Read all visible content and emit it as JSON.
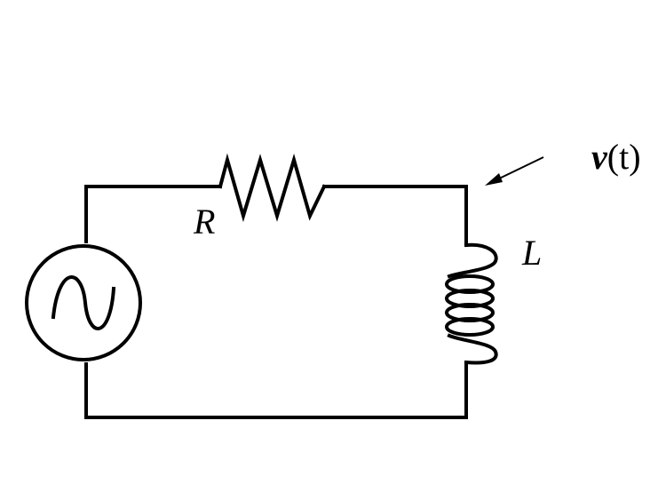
{
  "diagram": {
    "resistor_label": "R",
    "inductor_label": "L",
    "voltage_label_var": "v",
    "voltage_label_arg": "(t)",
    "source_icon": "ac-sine-source-icon",
    "colors": {
      "stroke": "#000000",
      "background": "#ffffff"
    }
  }
}
